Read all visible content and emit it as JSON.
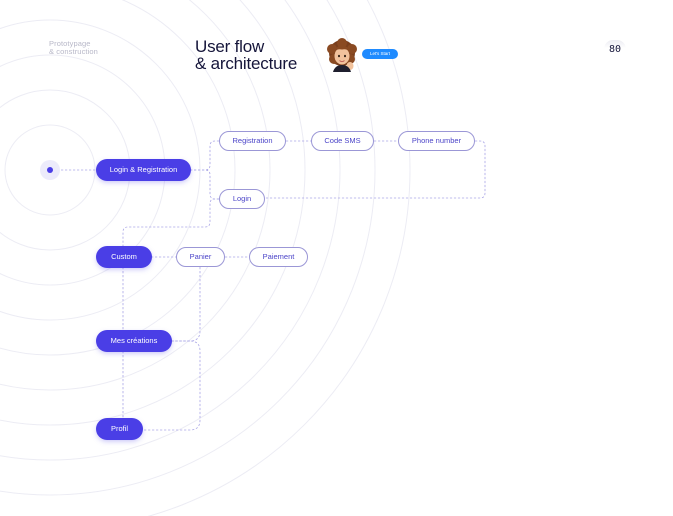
{
  "header": {
    "subtitle": "Prototypage\n& construction",
    "title": "User flow\n& architecture",
    "cta_label": "Let's Start",
    "page_number": "80"
  },
  "avatar": {
    "icon": "memoji-avatar-icon"
  },
  "colors": {
    "primary": "#4a3ee6",
    "outline_text": "#4b44c8",
    "outline_border": "#9b97d6",
    "connector": "#aaa6e6",
    "cta": "#1f8bff",
    "rings": "#ececf4"
  },
  "flow": {
    "start": "start-dot",
    "nodes": {
      "login_registration": "Login & Registration",
      "registration": "Registration",
      "code_sms": "Code SMS",
      "phone_number": "Phone number",
      "login": "Login",
      "custom": "Custom",
      "panier": "Panier",
      "paiement": "Paiement",
      "mes_creations": "Mes créations",
      "profil": "Profil"
    }
  }
}
